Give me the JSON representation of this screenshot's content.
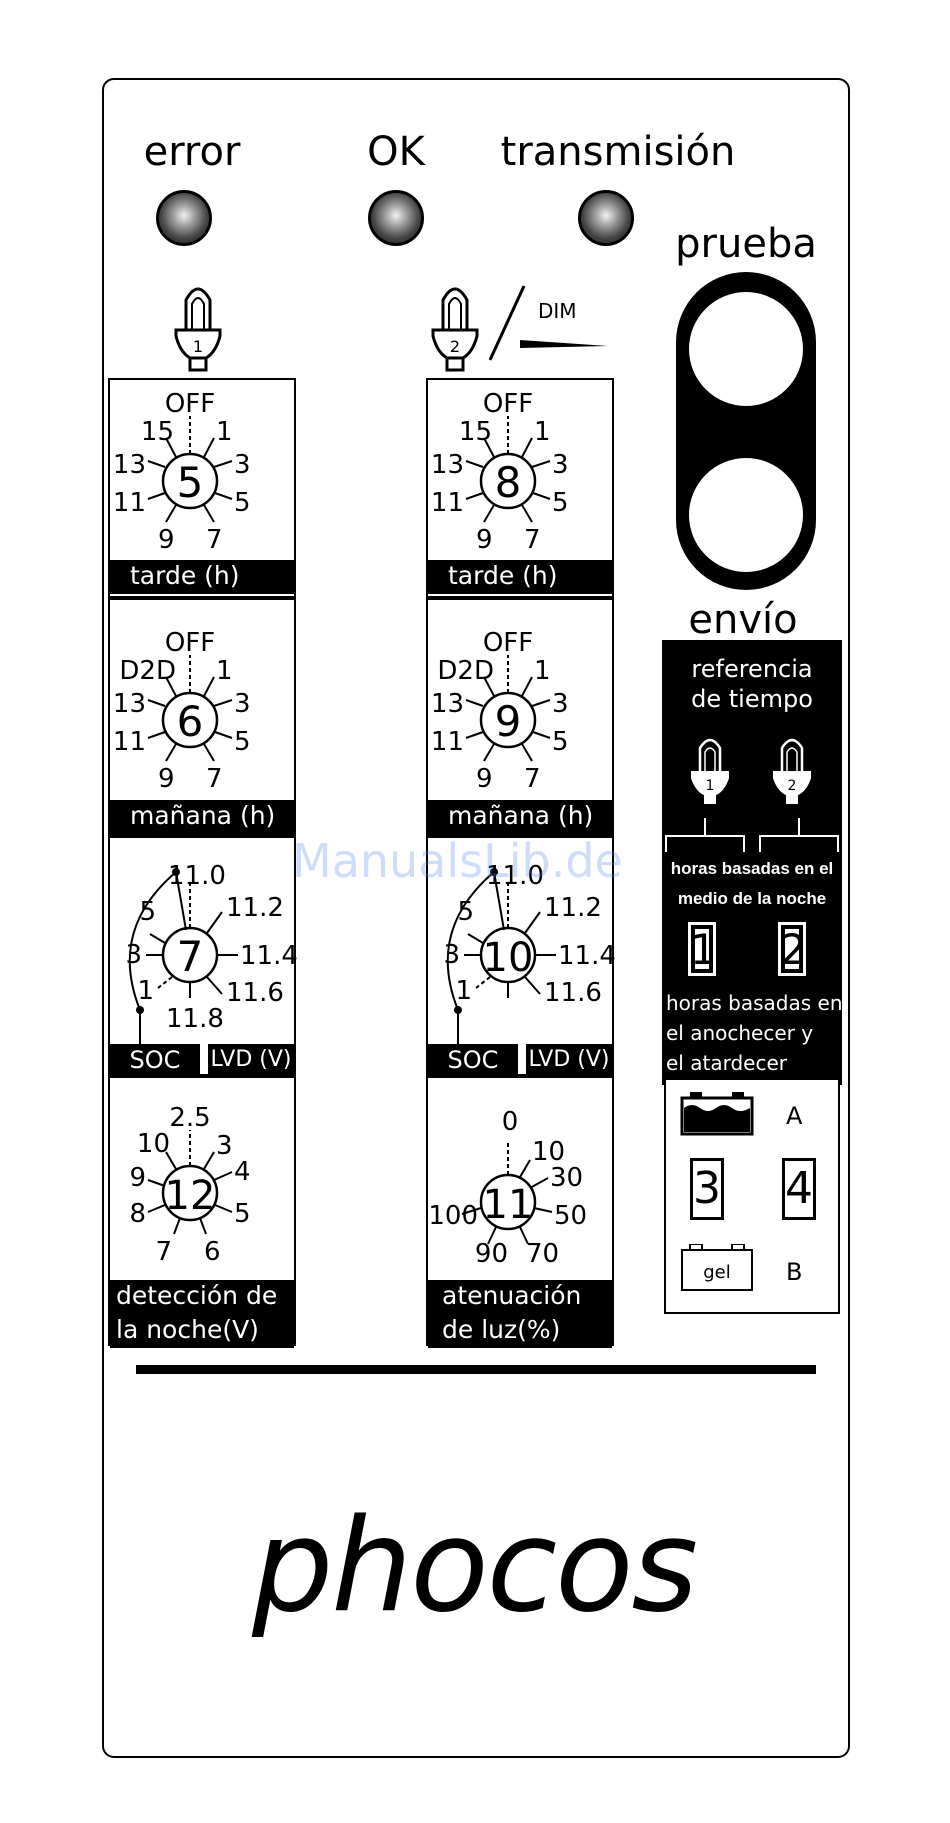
{
  "leds": {
    "error_label": "error",
    "ok_label": "OK",
    "transmission_label": "transmisión"
  },
  "test_button": {
    "top_label": "prueba",
    "bottom_label": "envío"
  },
  "lamp_icons": {
    "lamp1_number": "1",
    "lamp2_number": "2",
    "dim_label": "DIM"
  },
  "dials": {
    "tarde1": {
      "number": "5",
      "labels": [
        "OFF",
        "1",
        "3",
        "5",
        "7",
        "9",
        "11",
        "13",
        "15"
      ],
      "bar": "tarde (h)"
    },
    "tarde2": {
      "number": "8",
      "labels": [
        "OFF",
        "1",
        "3",
        "5",
        "7",
        "9",
        "11",
        "13",
        "15"
      ],
      "bar": "tarde (h)"
    },
    "manana1": {
      "number": "6",
      "labels": [
        "OFF",
        "1",
        "3",
        "5",
        "7",
        "9",
        "11",
        "13",
        "D2D"
      ],
      "bar": "mañana (h)"
    },
    "manana2": {
      "number": "9",
      "labels": [
        "OFF",
        "1",
        "3",
        "5",
        "7",
        "9",
        "11",
        "13",
        "D2D"
      ],
      "bar": "mañana (h)"
    },
    "lvd1": {
      "number": "7",
      "labels": [
        "11.0",
        "11.2",
        "11.4",
        "11.6",
        "11.8",
        "1",
        "3",
        "5"
      ],
      "bar_soc": "SOC",
      "bar_lvd": "LVD (V)"
    },
    "lvd2": {
      "number": "10",
      "labels": [
        "11.0",
        "11.2",
        "11.4",
        "11.6",
        "1",
        "3",
        "5"
      ],
      "bar_soc": "SOC",
      "bar_lvd": "LVD (V)"
    },
    "night": {
      "number": "12",
      "labels": [
        "2.5",
        "3",
        "4",
        "5",
        "6",
        "7",
        "8",
        "9",
        "10"
      ],
      "bar_line1": "detección de",
      "bar_line2": "la noche(V)"
    },
    "dimming": {
      "number": "11",
      "labels": [
        "0",
        "10",
        "30",
        "50",
        "70",
        "90",
        "100"
      ],
      "bar_line1": "atenuación",
      "bar_line2": "de luz(%)"
    }
  },
  "time_reference": {
    "title_line1": "referencia",
    "title_line2": "de tiempo",
    "lamp1_number": "1",
    "lamp2_number": "2",
    "midnight_line1": "horas basadas en el",
    "midnight_line2": "medio de la noche",
    "digit1": "1",
    "digit2": "2",
    "dusk_line1": "horas basadas en",
    "dusk_line2": "el anochecer y",
    "dusk_line3": "el atardecer"
  },
  "battery": {
    "letter_a": "A",
    "digit3": "3",
    "digit4": "4",
    "gel_label": "gel",
    "letter_b": "B"
  },
  "watermark": "ManualsLib.de",
  "logo": "phocos"
}
